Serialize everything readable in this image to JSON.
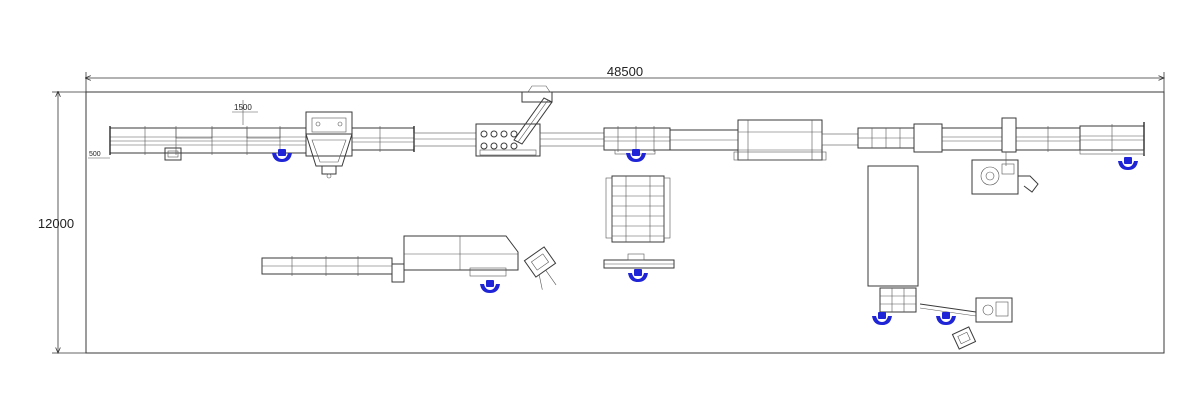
{
  "dimensions": {
    "overall_length": "48500",
    "overall_width": "12000",
    "detail_height": "1500",
    "detail_offset": "500"
  },
  "colors": {
    "operator": "#1f25d6",
    "linework": "#3a3a3a"
  },
  "operator_icon": "worker-icon"
}
